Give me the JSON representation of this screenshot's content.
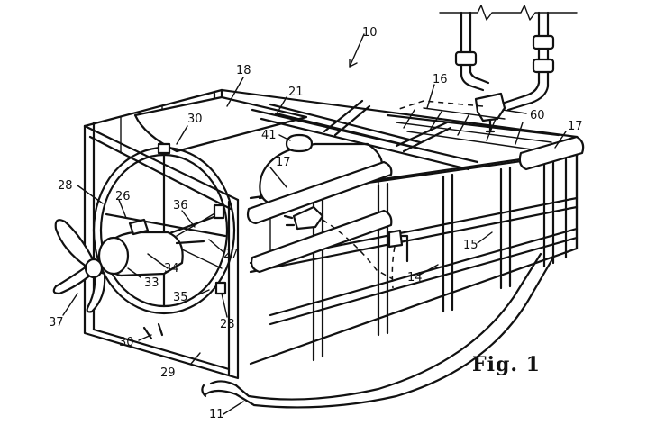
{
  "figure_label": "Fig. 1",
  "reference_numerals": {
    "r10": "10",
    "r11": "11",
    "r14": "14",
    "r15": "15",
    "r16": "16",
    "r17a": "17",
    "r17b": "17",
    "r18": "18",
    "r21": "21",
    "r26": "26",
    "r27": "27",
    "r28a": "28",
    "r28b": "28",
    "r29": "29",
    "r30a": "30",
    "r30b": "30",
    "r33": "33",
    "r34": "34",
    "r35": "35",
    "r36": "36",
    "r37": "37",
    "r41": "41",
    "r60": "60"
  }
}
